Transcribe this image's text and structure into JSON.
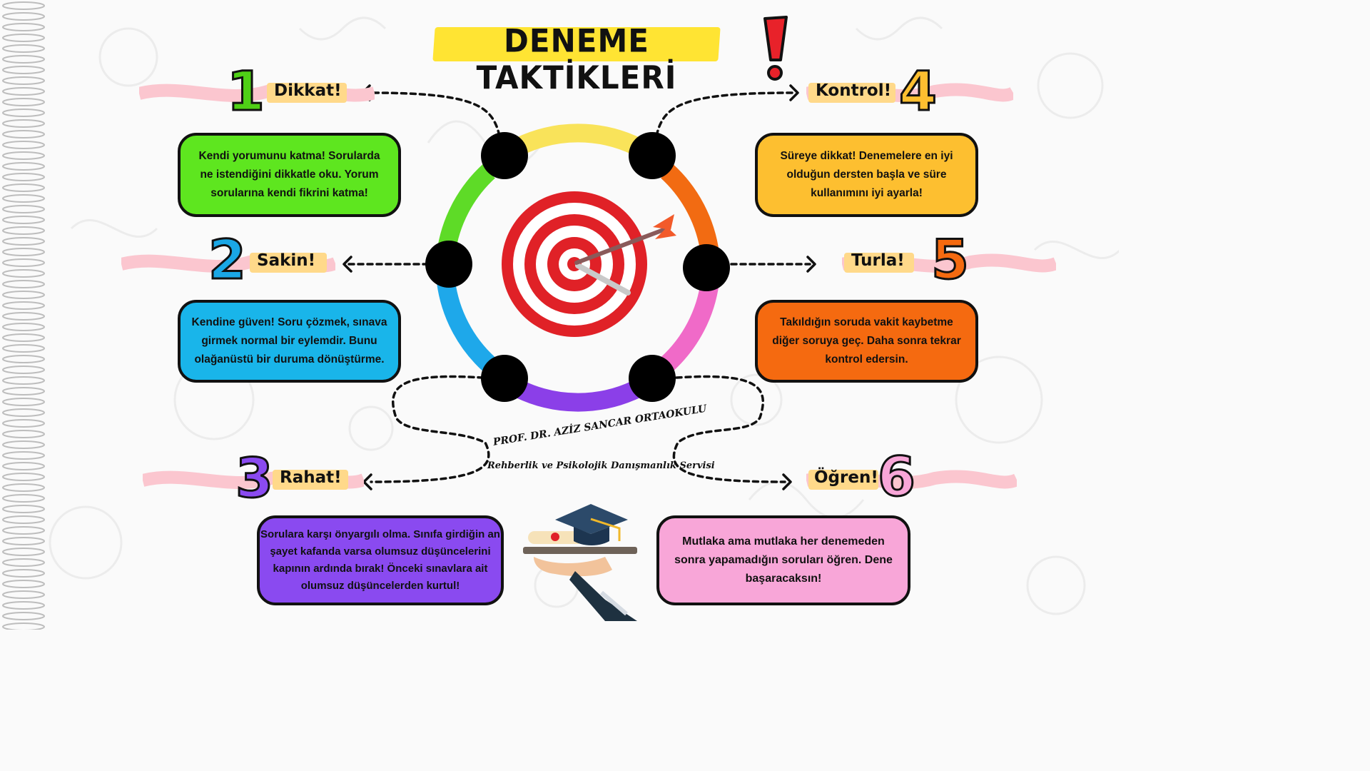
{
  "title": "DENEME TAKTİKLERİ",
  "school": {
    "name": "PROF. DR. AZİZ SANCAR ORTAOKULU",
    "department": "Rehberlik ve Psikolojik Danışmanlık Servisi"
  },
  "tips": [
    {
      "number": "1",
      "label": "Dikkat!",
      "text_lines": [
        "Kendi yorumunu katma! Sorularda",
        "ne istendiğini dikkatle oku. Yorum",
        "sorularına kendi fikrini katma!"
      ],
      "color": "#5ee61f"
    },
    {
      "number": "2",
      "label": "Sakin!",
      "text_lines": [
        "Kendine güven! Soru çözmek, sınava",
        "girmek normal bir eylemdir. Bunu",
        "olağanüstü bir duruma dönüştürme."
      ],
      "color": "#19b5ea"
    },
    {
      "number": "3",
      "label": "Rahat!",
      "text_lines": [
        "Sorulara karşı önyargılı olma. Sınıfa girdiğin an",
        "şayet kafanda varsa olumsuz düşüncelerini",
        "kapının ardında bırak! Önceki sınavlara ait",
        "olumsuz düşüncelerden kurtul!"
      ],
      "color": "#8a4af0"
    },
    {
      "number": "4",
      "label": "Kontrol!",
      "text_lines": [
        "Süreye dikkat! Denemelere en iyi",
        "olduğun dersten başla ve süre",
        "kullanımını iyi ayarla!"
      ],
      "color": "#fdbf30"
    },
    {
      "number": "5",
      "label": "Turla!",
      "text_lines": [
        "Takıldığın soruda vakit kaybetme",
        "diğer soruya geç. Daha sonra tekrar",
        "kontrol edersin."
      ],
      "color": "#f56a10"
    },
    {
      "number": "6",
      "label": "Öğren!",
      "text_lines": [
        "Mutlaka ama mutlaka her denemeden",
        "sonra yapamadığın soruları öğren. Dene",
        "başaracaksın!"
      ],
      "color": "#f8a6d8"
    }
  ],
  "icons": [
    "target-icon",
    "arrow-icon",
    "graduation-cap-icon",
    "diploma-icon",
    "hand-icon",
    "exclamation-icon"
  ]
}
